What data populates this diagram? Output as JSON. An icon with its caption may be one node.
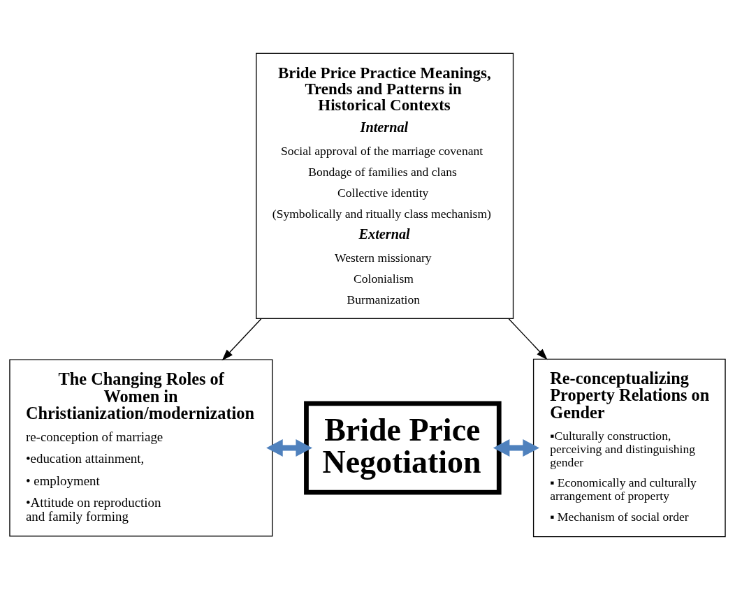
{
  "diagram": {
    "nodes": [
      {
        "text": [
          "Bride Price Practice Meanings, Trends and Patterns in Historical Contexts",
          "Internal",
          "Social approval of the marriage covenant",
          "Bondage of families and clans",
          "Collective identity",
          "(Symbolically and ritually class mechanism)",
          "External",
          "Western missionary",
          "Colonialism",
          "Burmanization"
        ]
      },
      {
        "text": [
          "The Changing Roles of Women in Christianization/modernization",
          "re-conception of marriage",
          "•education attainment,",
          "• employment",
          "•Attitude on reproduction and family forming"
        ]
      },
      {
        "text": [
          "Bride Price Negotiation"
        ]
      },
      {
        "text": [
          "Re-conceptualizing Property Relations on Gender",
          "▪Culturally construction, perceiving and distinguishing gender",
          "▪ Economically and culturally arrangement of property",
          "▪ Mechanism of social order"
        ]
      }
    ],
    "edges": [
      {
        "from": 0,
        "to": 1,
        "arrow": "to"
      },
      {
        "from": 0,
        "to": 3,
        "arrow": "to"
      },
      {
        "from": 1,
        "to": 2,
        "arrow": "both",
        "style": "thick",
        "color": "#4f81bd"
      },
      {
        "from": 2,
        "to": 3,
        "arrow": "both",
        "style": "thick",
        "color": "#4f81bd"
      }
    ]
  }
}
